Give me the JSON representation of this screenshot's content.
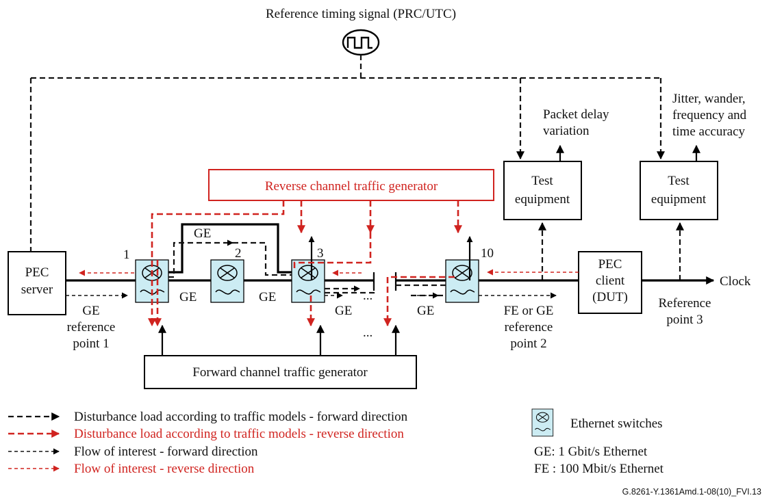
{
  "diagram": {
    "reference_signal_label": "Reference timing signal (PRC/UTC)",
    "pec_server": {
      "line1": "PEC",
      "line2": "server"
    },
    "pec_client": {
      "line1": "PEC",
      "line2": "client",
      "line3": "(DUT)"
    },
    "test_equipment_1": {
      "line1": "Test",
      "line2": "equipment"
    },
    "test_equipment_2": {
      "line1": "Test",
      "line2": "equipment"
    },
    "packet_delay_variation": {
      "line1": "Packet delay",
      "line2": "variation"
    },
    "jitter_wander": {
      "line1": "Jitter, wander,",
      "line2": "frequency and",
      "line3": "time accuracy"
    },
    "reverse_generator_label": "Reverse channel traffic generator",
    "forward_generator_label": "Forward channel traffic generator",
    "switch_numbers": {
      "s1": "1",
      "s2": "2",
      "s3": "3",
      "s10": "10"
    },
    "link_labels": {
      "ge_top": "GE",
      "ge_1": "GE",
      "ge_2": "GE",
      "ge_3": "GE",
      "ge_4": "GE",
      "ge_left_bottom": "GE"
    },
    "ellipsis": "...",
    "reference_point_1": {
      "line1": "reference",
      "line2": "point 1"
    },
    "reference_point_2": {
      "line1": "FE or GE",
      "line2": "reference",
      "line3": "point 2"
    },
    "reference_point_3": {
      "line1": "Reference",
      "line2": "point 3"
    },
    "clock_label": "Clock",
    "figure_id": "G.8261-Y.1361Amd.1-08(10)_FVI.13"
  },
  "legend": {
    "items": [
      {
        "label": "Disturbance load according to traffic models - forward direction",
        "color": "#111111"
      },
      {
        "label": "Disturbance load according to traffic models - reverse direction",
        "color": "#d0231f"
      },
      {
        "label": "Flow of interest - forward direction",
        "color": "#111111"
      },
      {
        "label": "Flow of interest - reverse direction",
        "color": "#d0231f"
      }
    ],
    "switch_label": "Ethernet switches",
    "ge_def": "GE: 1 Gbit/s Ethernet",
    "fe_def": "FE : 100 Mbit/s Ethernet"
  },
  "colors": {
    "red": "#d0231f",
    "switch_fill": "#ccecf3",
    "black": "#000000"
  }
}
